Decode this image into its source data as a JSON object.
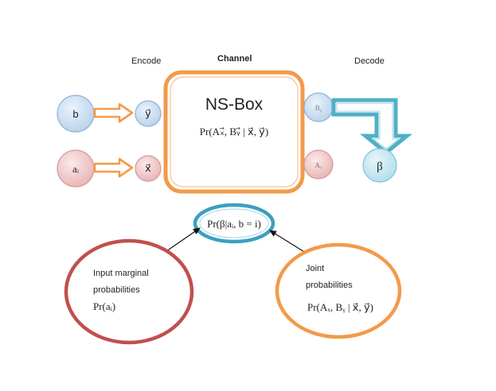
{
  "labels": {
    "encode": "Encode",
    "channel": "Channel",
    "decode": "Decode",
    "box_title": "NS-Box",
    "box_formula": "Pr(Aₓ⃗, Bᵧ⃗ | x⃗, y⃗)"
  },
  "nodes": {
    "b": "b",
    "a_i": "aᵢ",
    "y_vec": "y⃗",
    "x_vec": "x⃗",
    "b_out": "Bᵧ",
    "a_out": "Aₓ",
    "beta": "β"
  },
  "target": "Pr(β|aᵢ, b = i)",
  "input_marginal": {
    "line1": "Input marginal",
    "line2": "probabilities",
    "formula": "Pr(aᵢ)"
  },
  "joint": {
    "line1": "Joint",
    "line2": "probabilities",
    "formula": "Pr(Aₓ, Bᵧ | x⃗, y⃗)"
  },
  "colors": {
    "orange": "#f39a4a",
    "blue_arrow": "#4fb0c6",
    "red": "#c0504d",
    "teal": "#3c9fbf"
  }
}
